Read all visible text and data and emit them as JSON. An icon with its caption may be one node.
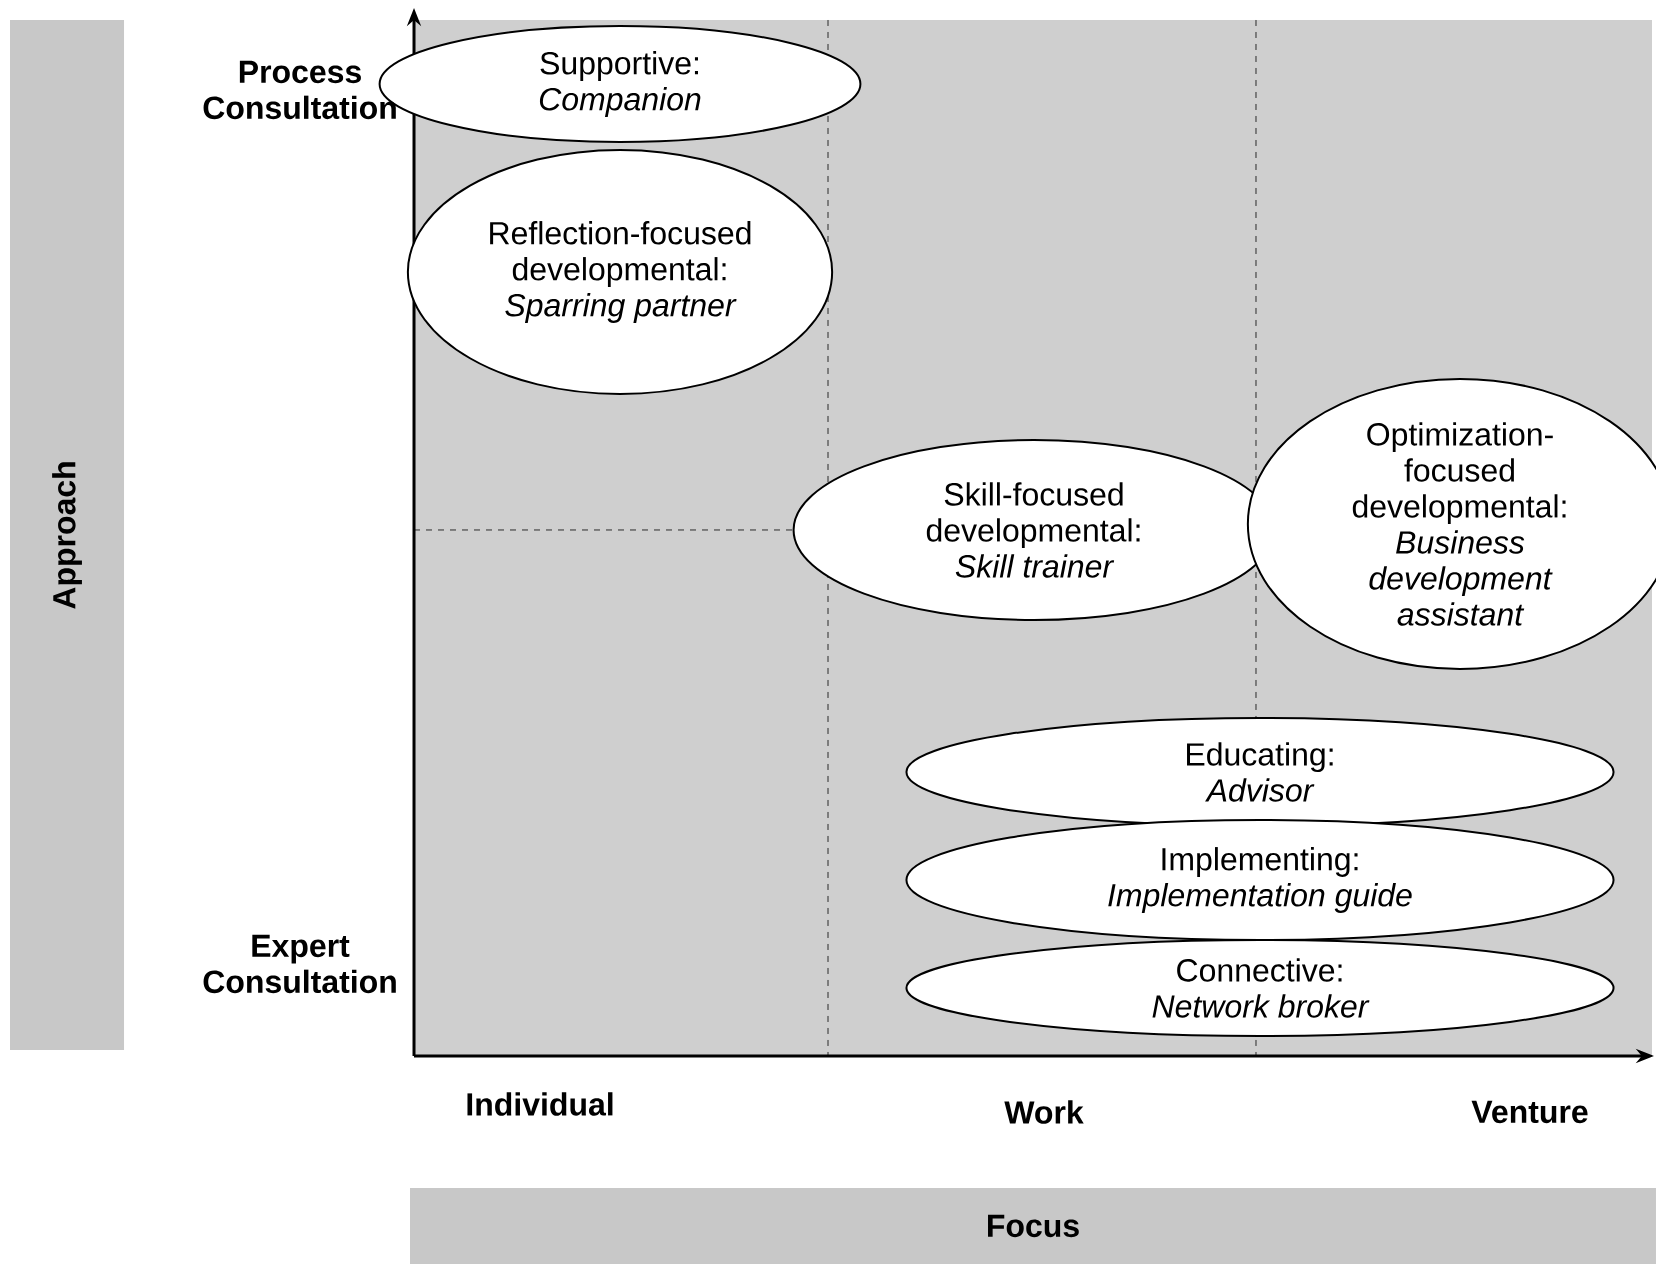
{
  "diagram": {
    "nodes": [
      {
        "text": [
          "Supportive:",
          "Companion"
        ]
      },
      {
        "text": [
          "Reflection-focused developmental:",
          "Sparring partner"
        ]
      },
      {
        "text": [
          "Skill-focused developmental:",
          "Skill trainer"
        ]
      },
      {
        "text": [
          "Optimization-focused developmental:",
          "Business development assistant"
        ]
      },
      {
        "text": [
          "Educating:",
          "Advisor"
        ]
      },
      {
        "text": [
          "Implementing:",
          "Implementation guide"
        ]
      },
      {
        "text": [
          "Connective:",
          "Network broker"
        ]
      },
      {
        "text": [
          "Approach"
        ]
      },
      {
        "text": [
          "Focus"
        ]
      }
    ],
    "labels": [
      "Process Consultation",
      "Expert Consultation",
      "Individual",
      "Work",
      "Venture"
    ]
  }
}
